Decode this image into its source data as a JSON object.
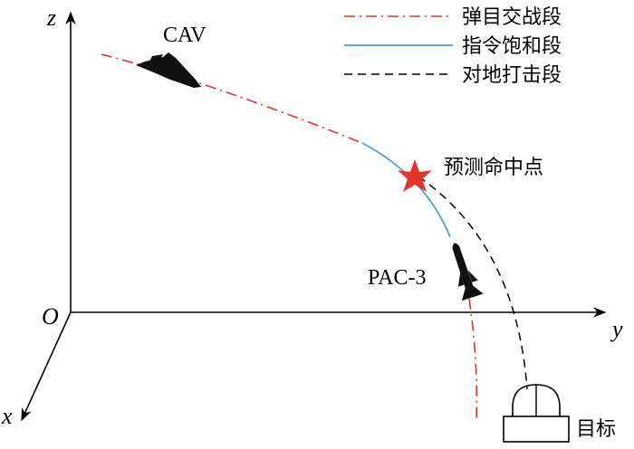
{
  "axes": {
    "z": "z",
    "y": "y",
    "x": "x",
    "origin": "O"
  },
  "labels": {
    "cav": "CAV",
    "pac3": "PAC-3",
    "intercept_point": "预测命中点",
    "target": "目标"
  },
  "legend": [
    {
      "label": "弹目交战段",
      "style": "dash-dot",
      "color": "#e8322b"
    },
    {
      "label": "指令饱和段",
      "style": "solid",
      "color": "#4a9fd8"
    },
    {
      "label": "对地打击段",
      "style": "dashed",
      "color": "#000000"
    }
  ],
  "colors": {
    "engagement": "#e8322b",
    "saturation": "#4a9fd8",
    "strike": "#000000",
    "star": "#e8322b"
  }
}
